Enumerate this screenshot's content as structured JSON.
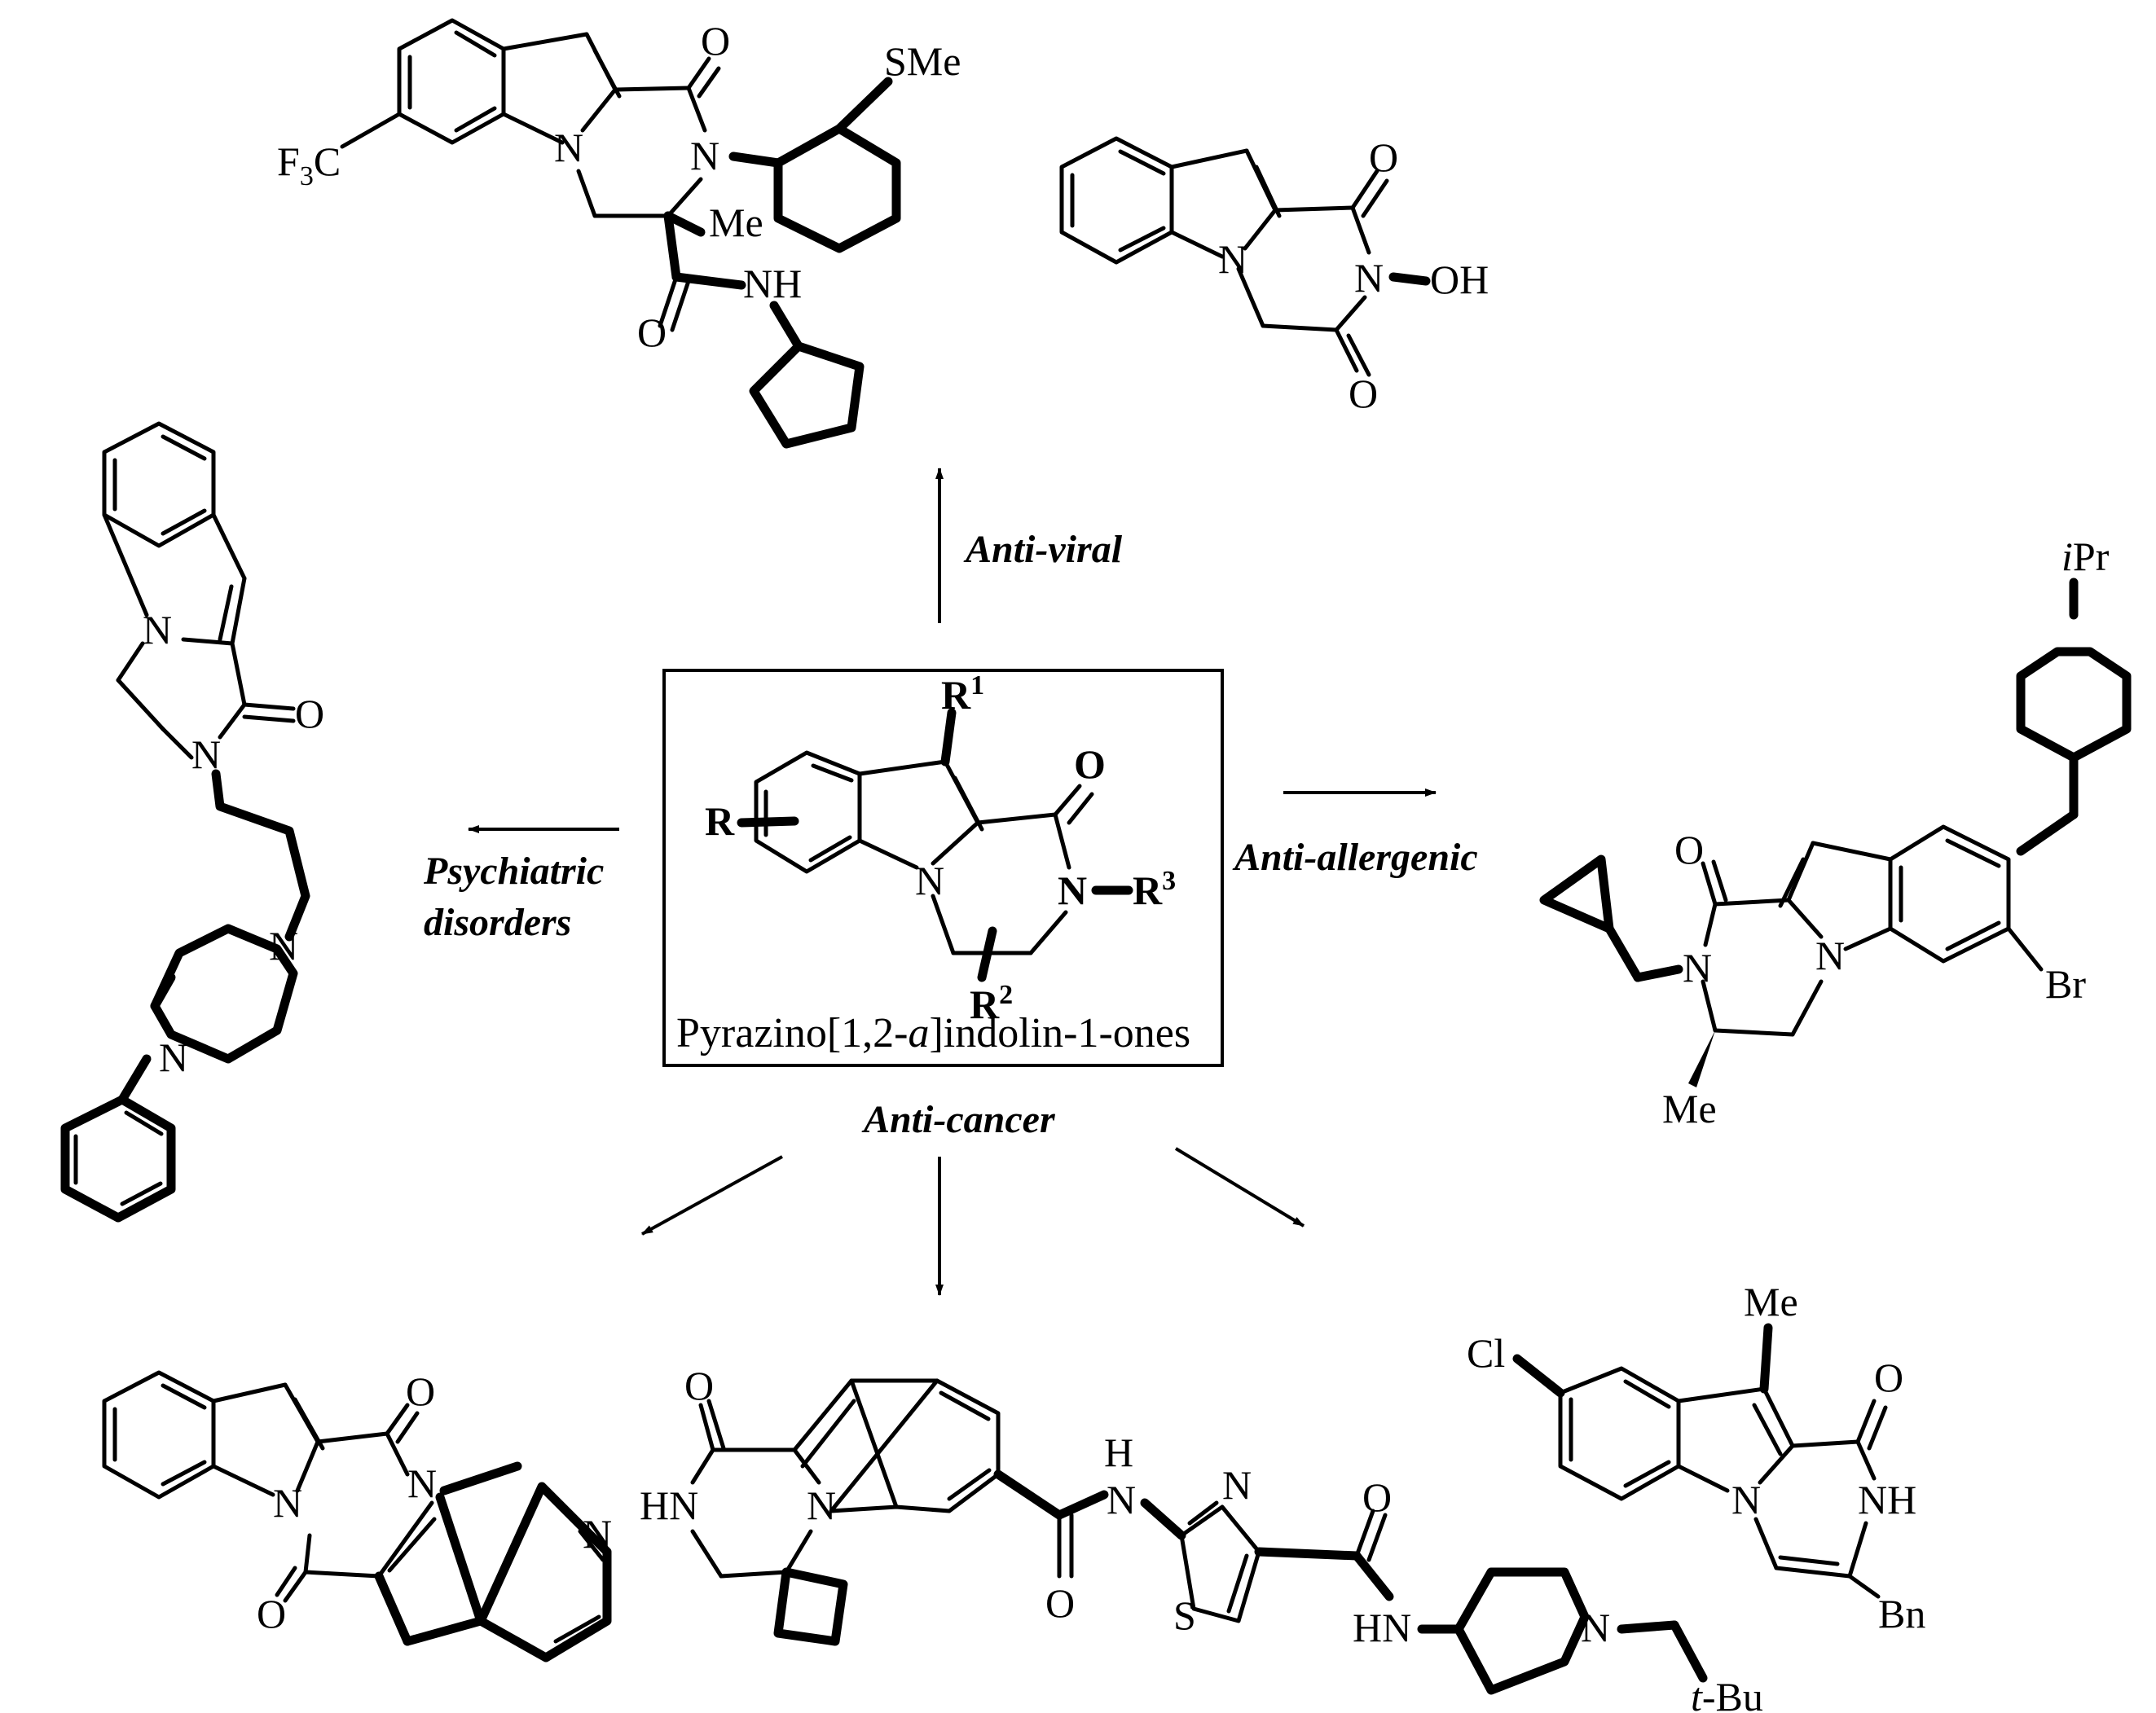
{
  "core": {
    "caption_prefix": "Pyrazino[1,2-",
    "caption_italic": "a",
    "caption_suffix": "]indolin-1-ones",
    "r": "R",
    "r1": "R",
    "r1_sup": "1",
    "r2": "R",
    "r2_sup": "2",
    "r3": "R",
    "r3_sup": "3",
    "n1": "N",
    "n2": "N",
    "o": "O"
  },
  "activities": {
    "antiviral": "Anti-viral",
    "antiallergenic": "Anti-allergenic",
    "psychiatric_line1": "Psychiatric",
    "psychiatric_line2": "disorders",
    "anticancer": "Anti-cancer"
  },
  "atoms": {
    "sme": "SMe",
    "f3c_f": "F",
    "f3c_3": "3",
    "f3c_c": "C",
    "me": "Me",
    "nh": "NH",
    "hn": "HN",
    "n": "N",
    "o": "O",
    "oh": "OH",
    "br": "Br",
    "ipr_i": "i",
    "ipr_pr": "Pr",
    "cl": "Cl",
    "bn": "Bn",
    "s": "S",
    "tbu_t": "t",
    "tbu_rest": "-Bu"
  }
}
